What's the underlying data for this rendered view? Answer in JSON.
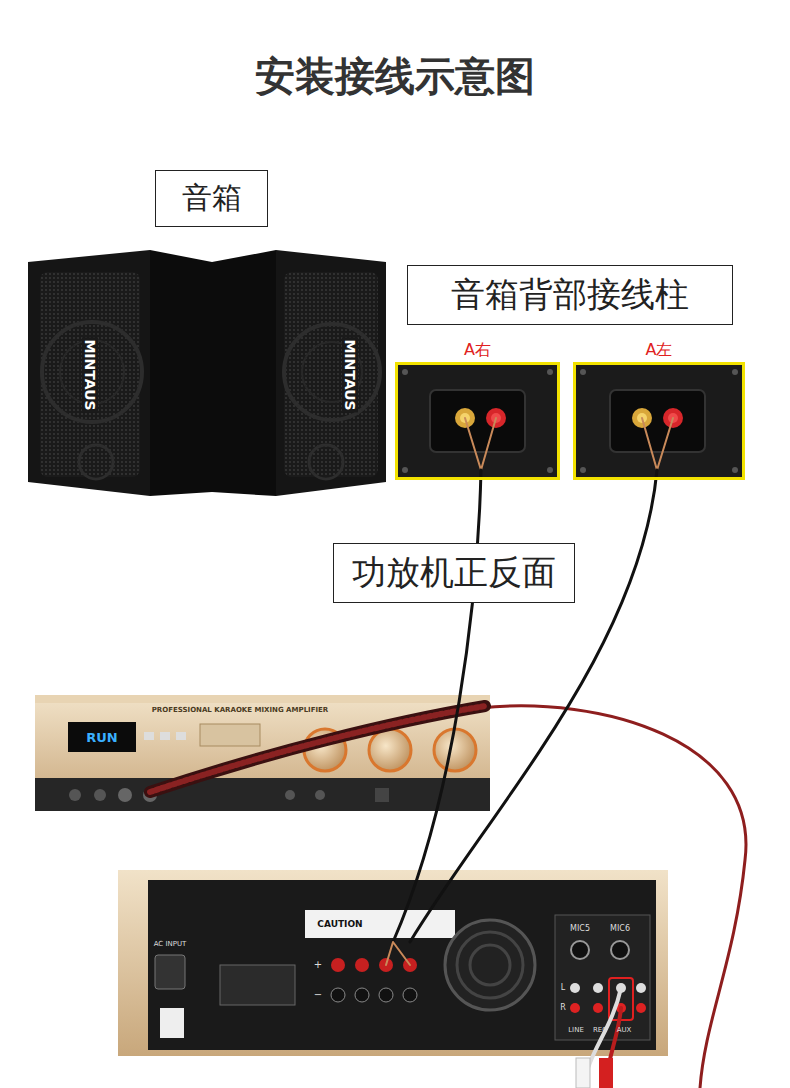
{
  "diagram": {
    "title": "安装接线示意图",
    "nodes": [
      {
        "text": [
          "音箱"
        ]
      },
      {
        "text": [
          "音箱背部接线柱"
        ]
      },
      {
        "text": [
          "A右"
        ]
      },
      {
        "text": [
          "A左"
        ]
      },
      {
        "text": [
          "功放机正反面"
        ]
      }
    ],
    "labels": [
      "MINTAUS",
      "MINTAUS",
      "PROFESSIONAL KARAOKE MIXING AMPLIFIER",
      "RUN",
      "CAUTION",
      "MIC5",
      "MIC6",
      "L",
      "R",
      "LINE",
      "REC",
      "AUX",
      "AC INPUT",
      "+",
      "−"
    ]
  }
}
